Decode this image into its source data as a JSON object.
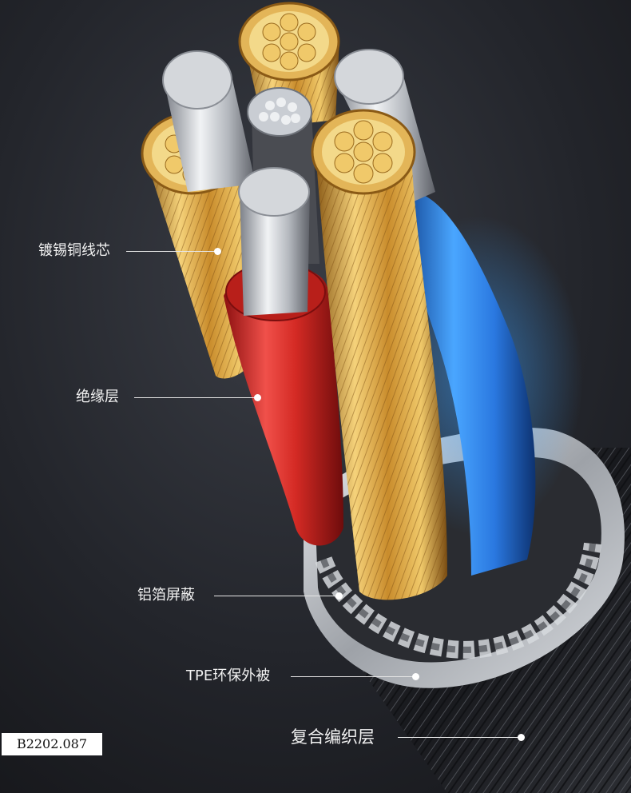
{
  "callouts": {
    "tinned_copper_core": "镀锡铜线芯",
    "insulation_layer": "绝缘层",
    "aluminum_foil_shield": "铝箔屏蔽",
    "tpe_jacket": "TPE环保外被",
    "composite_braid": "复合编织层"
  },
  "product_code": "B2202.087",
  "colors": {
    "background": "#1c1e24",
    "copper": "#d9a441",
    "red_insulation": "#e0322c",
    "blue_insulation": "#2f7fe0",
    "silver": "#c9cdd3"
  }
}
